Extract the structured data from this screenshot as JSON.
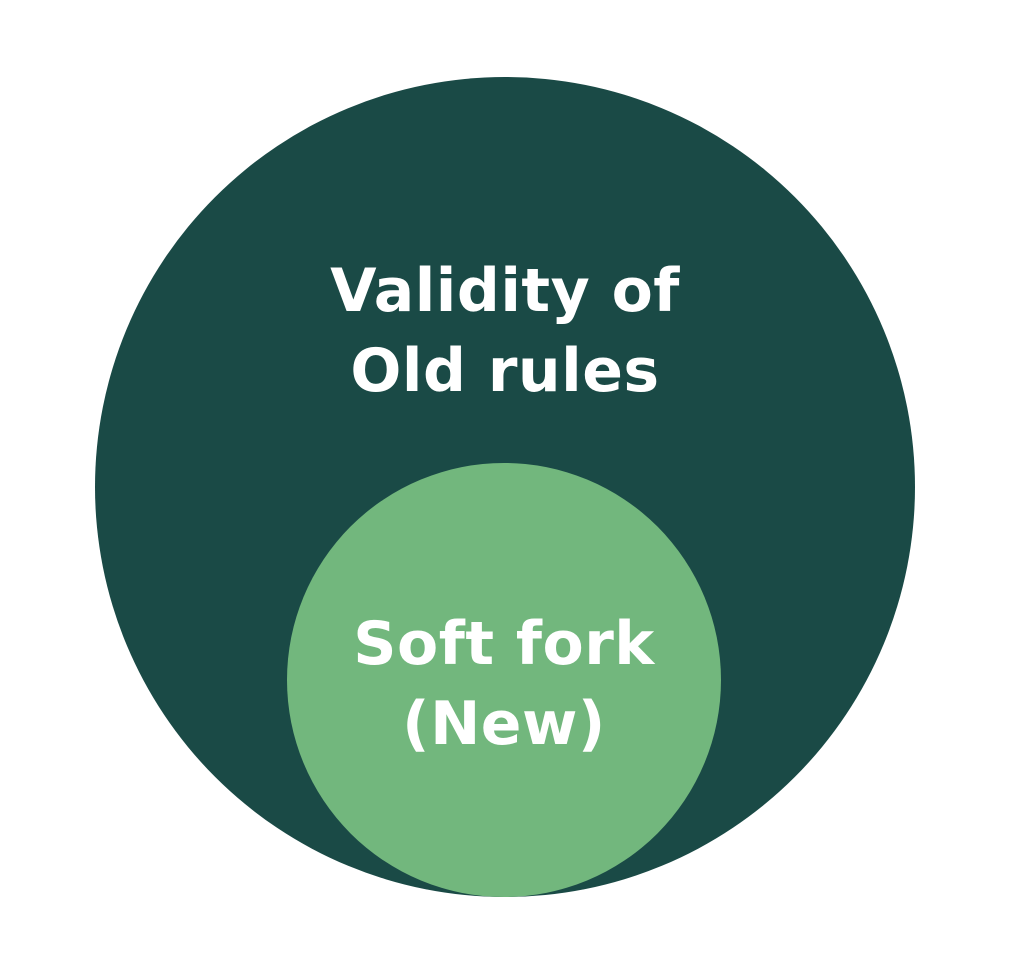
{
  "colors": {
    "outer": "#1a4a46",
    "inner": "#72b77d",
    "text": "#ffffff"
  },
  "outer_circle": {
    "line1": "Validity of",
    "line2": "Old rules"
  },
  "inner_circle": {
    "line1": "Soft fork",
    "line2": "(New)"
  }
}
